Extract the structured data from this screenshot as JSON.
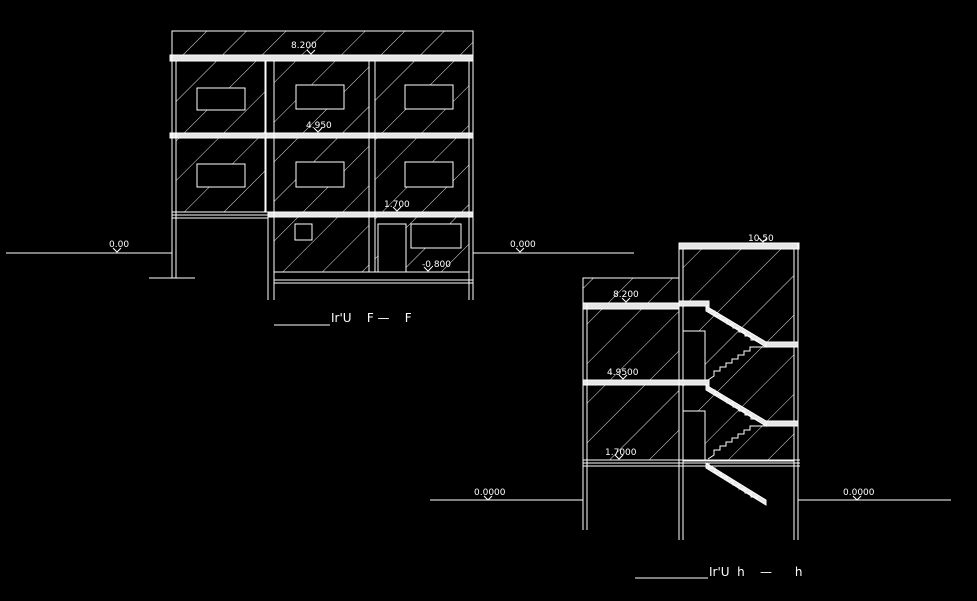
{
  "colors": {
    "background": "#000000",
    "line": "#ffffff"
  },
  "section_ff": {
    "levels": {
      "top": "8.200",
      "second": "4.950",
      "first": "1.700",
      "ground_left": "0.00",
      "ground_right": "0.000",
      "basement": "-0.800"
    },
    "caption": "Ir'U    F —    F"
  },
  "section_hh": {
    "levels": {
      "roof": "10.50",
      "third": "8.200",
      "second": "4.9500",
      "first": "1.7000",
      "ground_left": "0.0000",
      "ground_right": "0.0000"
    },
    "caption": "Ir'U  h    —      h"
  }
}
